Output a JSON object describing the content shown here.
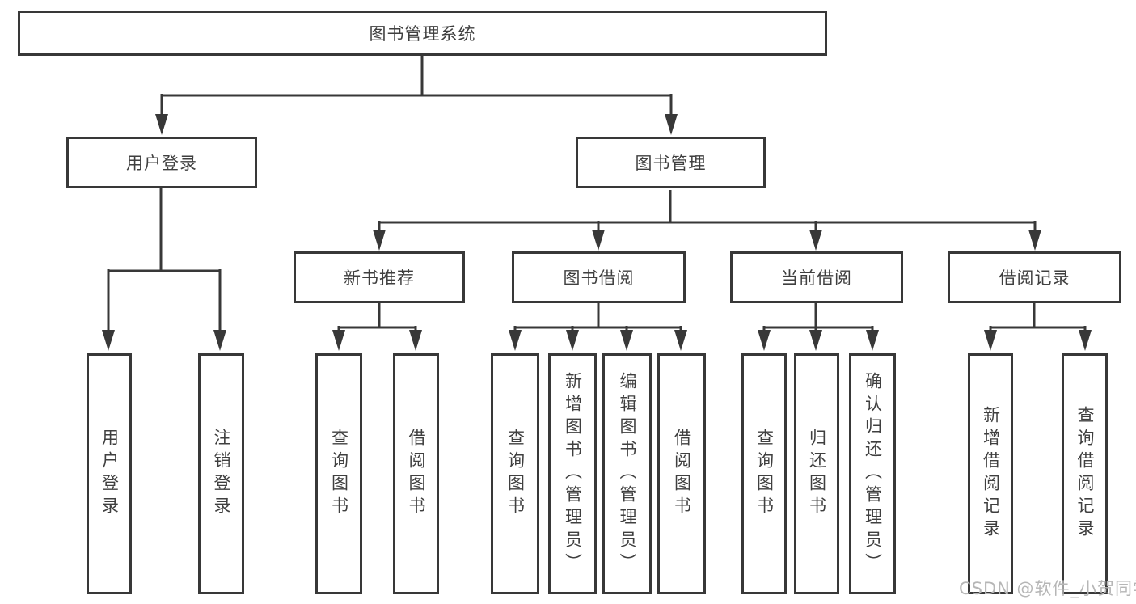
{
  "diagram": {
    "root": {
      "label": "图书管理系统"
    },
    "branches": [
      {
        "label": "用户登录",
        "children": [
          {
            "label": "用户登录"
          },
          {
            "label": "注销登录"
          }
        ]
      },
      {
        "label": "图书管理",
        "children": [
          {
            "label": "新书推荐",
            "children": [
              {
                "label": "查询图书"
              },
              {
                "label": "借阅图书"
              }
            ]
          },
          {
            "label": "图书借阅",
            "children": [
              {
                "label": "查询图书"
              },
              {
                "label": "新增图书（管理员）"
              },
              {
                "label": "编辑图书（管理员）"
              },
              {
                "label": "借阅图书"
              }
            ]
          },
          {
            "label": "当前借阅",
            "children": [
              {
                "label": "查询图书"
              },
              {
                "label": "归还图书"
              },
              {
                "label": "确认归还（管理员）"
              }
            ]
          },
          {
            "label": "借阅记录",
            "children": [
              {
                "label": "新增借阅记录"
              },
              {
                "label": "查询借阅记录"
              }
            ]
          }
        ]
      }
    ]
  },
  "watermark": {
    "text": "CSDN @软件_小贺同学"
  },
  "colors": {
    "line": "#383838",
    "node_border": "#383838",
    "text": "#3f3f3f",
    "watermark": "#b6b6b6",
    "background": "#ffffff"
  }
}
